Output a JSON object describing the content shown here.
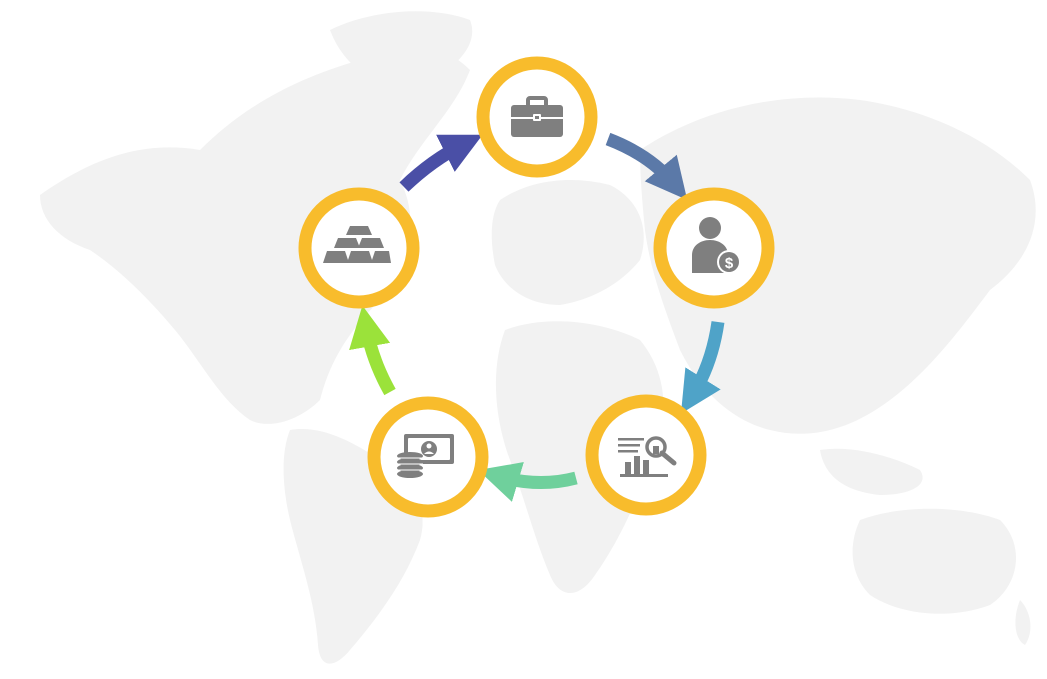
{
  "diagram": {
    "type": "cycle",
    "colors": {
      "ring": "#F8BC2C",
      "icon": "#7F7F7F",
      "map": "#F2F2F2"
    },
    "nodes": [
      {
        "icon": "briefcase-icon"
      },
      {
        "icon": "investor-dollar-icon"
      },
      {
        "icon": "chart-analysis-icon"
      },
      {
        "icon": "cash-coins-icon"
      },
      {
        "icon": "gold-bars-icon"
      }
    ],
    "arrows": [
      {
        "from": 0,
        "to": 1,
        "color": "#5B79A8"
      },
      {
        "from": 1,
        "to": 2,
        "color": "#4FA3C8"
      },
      {
        "from": 2,
        "to": 3,
        "color": "#6FD09C"
      },
      {
        "from": 3,
        "to": 4,
        "color": "#9BE23A"
      },
      {
        "from": 4,
        "to": 0,
        "color": "#4A4FA6"
      }
    ]
  }
}
